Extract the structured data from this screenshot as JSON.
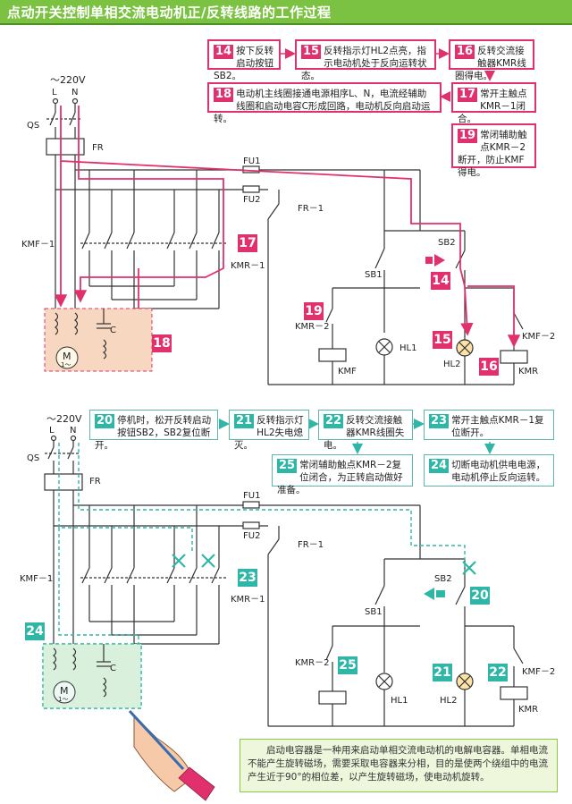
{
  "header": {
    "title": "点动开关控制单相交流电动机正/反转线路的工作过程"
  },
  "top": {
    "supply": "～220V",
    "l": "L",
    "n": "N",
    "qs": "QS",
    "fr": "FR",
    "fu1": "FU1",
    "fu2": "FU2",
    "fr1": "FR－1",
    "kmf1": "KMF－1",
    "kmr1": "KMR－1",
    "sb1": "SB1",
    "sb2": "SB2",
    "kmr2": "KMR－2",
    "kmf2": "KMF－2",
    "hl1": "HL1",
    "hl2": "HL2",
    "kmf": "KMF",
    "kmr": "KMR",
    "c": "C",
    "motor": "M",
    "motor_sub": "1～"
  },
  "bottom": {
    "supply": "～220V",
    "l": "L",
    "n": "N",
    "qs": "QS",
    "fr": "FR",
    "fu1": "FU1",
    "fu2": "FU2",
    "fr1": "FR－1",
    "kmf1": "KMF－1",
    "kmr1": "KMR－1",
    "sb1": "SB1",
    "sb2": "SB2",
    "kmr2": "KMR－2",
    "kmf2": "KMF－2",
    "hl1": "HL1",
    "hl2": "HL2",
    "kmr": "KMR",
    "c": "C",
    "motor": "M",
    "motor_sub": "1～"
  },
  "steps_top": [
    {
      "num": "14",
      "text": "按下反转启动按钮SB2。"
    },
    {
      "num": "15",
      "text": "反转指示灯HL2点亮，指示电动机处于反向运转状态。"
    },
    {
      "num": "16",
      "text": "反转交流接触器KMR线圈得电。"
    },
    {
      "num": "18",
      "text": "电动机主线圈接通电源相序L、N，电流经辅助线圈和启动电容C形成回路，电动机反向启动运转。"
    },
    {
      "num": "17",
      "text": "常开主触点KMR－1闭合。"
    },
    {
      "num": "19",
      "text": "常闭辅助触点KMR－2断开，防止KMF得电。"
    }
  ],
  "steps_bottom": [
    {
      "num": "20",
      "text": "停机时，松开反转启动按钮SB2，SB2复位断开。"
    },
    {
      "num": "21",
      "text": "反转指示灯HL2失电熄灭。"
    },
    {
      "num": "22",
      "text": "反转交流接触器KMR线圈失电。"
    },
    {
      "num": "23",
      "text": "常开主触点KMR－1复位断开。"
    },
    {
      "num": "25",
      "text": "常闭辅助触点KMR－2复位闭合，为正转启动做好准备。"
    },
    {
      "num": "24",
      "text": "切断电动机供电电源，电动机停止反向运转。"
    }
  ],
  "badges": {
    "b14": "14",
    "b15": "15",
    "b16": "16",
    "b17": "17",
    "b18": "18",
    "b19": "19",
    "b20": "20",
    "b21": "21",
    "b22": "22",
    "b23": "23",
    "b24": "24",
    "b25": "25"
  },
  "note": "启动电容器是一种用来启动单相交流电动机的电解电容器。单相电流不能产生旋转磁场，需要采取电容器来分相，目的是使两个绕组中的电流产生近于90°的相位差，以产生旋转磁场，使电动机旋转。",
  "colors": {
    "accent_pink": "#e0316e",
    "accent_green": "#2fb6a6",
    "header_green": "#7cc242",
    "wire": "#333333"
  }
}
